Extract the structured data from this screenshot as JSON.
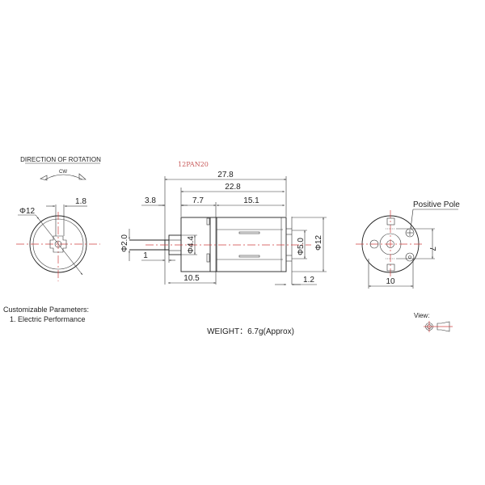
{
  "drawing": {
    "model": "12PAN20",
    "rotation": {
      "heading": "DIRECTION OF ROTATION",
      "direction": "CW"
    },
    "front_view": {
      "diameter": "Φ12",
      "shaft_flat": "1.8"
    },
    "side_view": {
      "overall_length": "27.8",
      "body_length": "22.8",
      "shaft_length": "3.8",
      "gearbox_length": "7.7",
      "motor_length": "15.1",
      "shaft_diameter": "Φ2.0",
      "shaft_offset": "1",
      "boss_diameter": "Φ4.4",
      "front_length": "10.5",
      "rear_boss_diameter": "Φ5.0",
      "body_diameter": "Φ12",
      "terminal_length": "1.2"
    },
    "rear_view": {
      "positive_pole_label": "Positive Pole",
      "terminal_spacing": "7",
      "width": "10"
    },
    "notes": {
      "customizable_heading": "Customizable Parameters:",
      "customizable_items": [
        "1. Electric Performance"
      ]
    },
    "weight": "WEIGHT：6.7g(Approx)",
    "view_label": "View:"
  }
}
